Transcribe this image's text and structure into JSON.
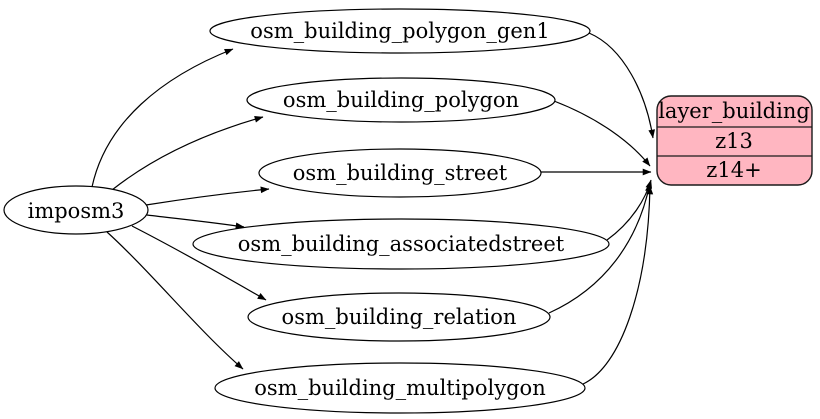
{
  "diagram": {
    "kind": "graphviz-flow-diagram",
    "background_color": "#ffffff",
    "edge_color": "#000000",
    "node_fill_color": "#ffffff",
    "node_outline_color": "#000000",
    "source_node": {
      "label": "imposm3"
    },
    "table_nodes": [
      {
        "label": "osm_building_polygon_gen1"
      },
      {
        "label": "osm_building_polygon"
      },
      {
        "label": "osm_building_street"
      },
      {
        "label": "osm_building_associatedstreet"
      },
      {
        "label": "osm_building_relation"
      },
      {
        "label": "osm_building_multipolygon"
      }
    ],
    "layer_node": {
      "title": "layer_building",
      "rows": [
        "z13",
        "z14+"
      ],
      "fill_color": "#ffb6c1"
    },
    "edges": [
      {
        "from": "imposm3",
        "to": "osm_building_polygon_gen1"
      },
      {
        "from": "imposm3",
        "to": "osm_building_polygon"
      },
      {
        "from": "imposm3",
        "to": "osm_building_street"
      },
      {
        "from": "imposm3",
        "to": "osm_building_associatedstreet"
      },
      {
        "from": "imposm3",
        "to": "osm_building_relation"
      },
      {
        "from": "imposm3",
        "to": "osm_building_multipolygon"
      },
      {
        "from": "osm_building_polygon_gen1",
        "to": "layer_building:z13"
      },
      {
        "from": "osm_building_polygon",
        "to": "layer_building:z14+"
      },
      {
        "from": "osm_building_street",
        "to": "layer_building:z14+"
      },
      {
        "from": "osm_building_associatedstreet",
        "to": "layer_building:z14+"
      },
      {
        "from": "osm_building_relation",
        "to": "layer_building:z14+"
      },
      {
        "from": "osm_building_multipolygon",
        "to": "layer_building:z14+"
      }
    ]
  }
}
